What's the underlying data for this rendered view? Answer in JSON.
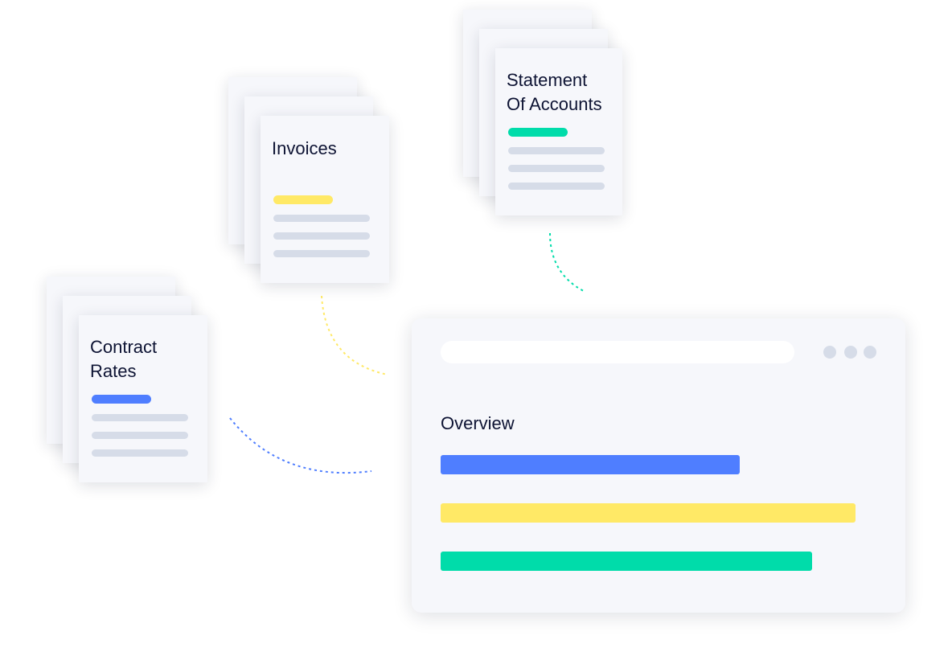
{
  "documents": [
    {
      "title_lines": [
        "Invoices"
      ],
      "accent": "#ffe966"
    },
    {
      "title_lines": [
        "Statement",
        "Of Accounts"
      ],
      "accent": "#00dcaa"
    },
    {
      "title_lines": [
        "Contract",
        "Rates"
      ],
      "accent": "#4f7eff"
    }
  ],
  "window": {
    "heading": "Overview",
    "bars": [
      {
        "color": "#4f7eff",
        "fraction": 0.72
      },
      {
        "color": "#ffe966",
        "fraction": 1.0
      },
      {
        "color": "#00dcaa",
        "fraction": 0.895
      }
    ]
  }
}
